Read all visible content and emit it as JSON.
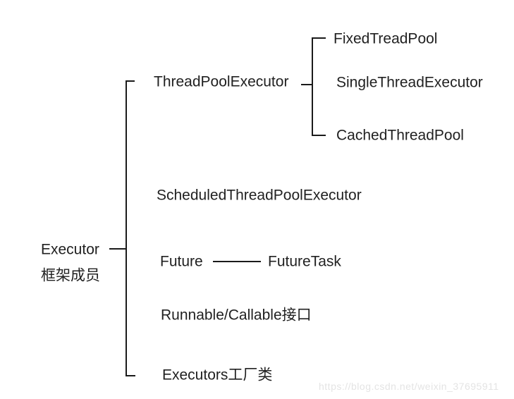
{
  "diagram": {
    "root": {
      "title": "Executor",
      "subtitle": "框架成员"
    },
    "branches": [
      {
        "label": "ThreadPoolExecutor",
        "children": [
          "FixedTreadPool",
          "SingleThreadExecutor",
          "CachedThreadPool"
        ]
      },
      {
        "label": "ScheduledThreadPoolExecutor"
      },
      {
        "label": "Future",
        "child": "FutureTask"
      },
      {
        "label": "Runnable/Callable接口"
      },
      {
        "label": "Executors工厂类"
      }
    ]
  },
  "watermark": {
    "text": "https://blog.csdn.net/weixin_37695911"
  },
  "colors": {
    "background": "#ffffff",
    "line": "#1a1a1a",
    "text": "#212121",
    "watermark": "#e4e4e4"
  }
}
